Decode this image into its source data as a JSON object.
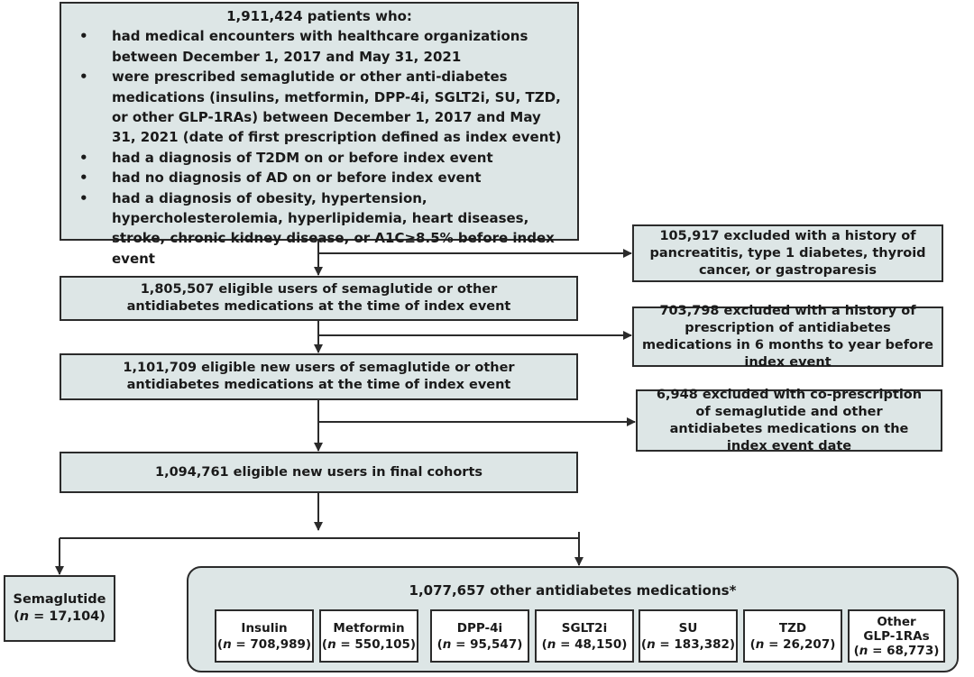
{
  "top_box": {
    "title": "1,911,424 patients who:",
    "bullets": [
      "had medical encounters with healthcare organizations  between December 1, 2017 and May 31, 2021",
      "were prescribed semaglutide or other anti-diabetes medications (insulins, metformin, DPP-4i, SGLT2i, SU, TZD, or other GLP-1RAs) between December 1, 2017 and May 31, 2021 (date of first prescription defined as index event)",
      "had a diagnosis of T2DM on or before index event",
      "had no diagnosis of AD on or before index event",
      "had a diagnosis of obesity, hypertension, hypercholesterolemia, hyperlipidemia, heart diseases, stroke, chronic kidney disease, or A1C≥8.5% before index event"
    ]
  },
  "exclusions": [
    "105,917 excluded with a history of pancreatitis, type 1 diabetes, thyroid cancer, or gastroparesis",
    "703,798 excluded with a history of prescription of antidiabetes medications in 6 months to year before index event",
    "6,948 excluded with co-prescription of semaglutide and other antidiabetes medications on the index event date"
  ],
  "steps": [
    "1,805,507 eligible users of semaglutide or other antidiabetes medications at the time of index event",
    "1,101,709 eligible new users of semaglutide or other antidiabetes medications at the time of index event",
    "1,094,761 eligible new users in final cohorts"
  ],
  "semaglutide": {
    "label": "Semaglutide",
    "n_prefix": "n",
    "n_value": "= 17,104"
  },
  "others": {
    "title": "1,077,657 other antidiabetes medications*",
    "n_prefix": "n",
    "groups": [
      {
        "name": "Insulin",
        "value": "= 708,989"
      },
      {
        "name": "Metformin",
        "value": "= 550,105"
      },
      {
        "name": "DPP-4i",
        "value": "= 95,547"
      },
      {
        "name": "SGLT2i",
        "value": "= 48,150"
      },
      {
        "name": "SU",
        "value": "= 183,382"
      },
      {
        "name": "TZD",
        "value": "= 26,207"
      },
      {
        "name": "Other GLP-1RAs",
        "value": "= 68,773"
      }
    ]
  }
}
